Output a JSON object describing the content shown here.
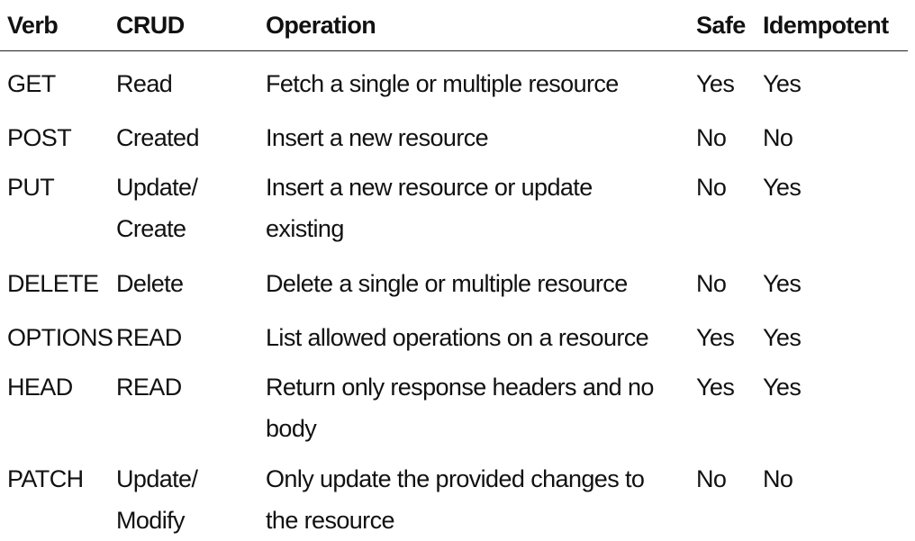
{
  "headers": {
    "verb": "Verb",
    "crud": "CRUD",
    "operation": "Operation",
    "safe": "Safe",
    "idempotent": "Idempotent"
  },
  "rows": [
    {
      "verb": "GET",
      "crud": "Read",
      "operation": "Fetch a single or multiple resource",
      "safe": "Yes",
      "idempotent": "Yes"
    },
    {
      "verb": "POST",
      "crud": "Created",
      "operation": "Insert a new resource",
      "safe": "No",
      "idempotent": "No"
    },
    {
      "verb": "PUT",
      "crud": "Update/\nCreate",
      "operation": "Insert a new resource or update\nexisting",
      "safe": "No",
      "idempotent": "Yes"
    },
    {
      "verb": "DELETE",
      "crud": "Delete",
      "operation": "Delete a single or multiple resource",
      "safe": "No",
      "idempotent": "Yes"
    },
    {
      "verb": "OPTIONS",
      "crud": "READ",
      "operation": "List allowed operations on a resource",
      "safe": "Yes",
      "idempotent": "Yes"
    },
    {
      "verb": "HEAD",
      "crud": "READ",
      "operation": "Return only response headers and no\nbody",
      "safe": "Yes",
      "idempotent": "Yes"
    },
    {
      "verb": "PATCH",
      "crud": "Update/\nModify",
      "operation": "Only update the provided changes to\nthe resource",
      "safe": "No",
      "idempotent": "No"
    }
  ]
}
